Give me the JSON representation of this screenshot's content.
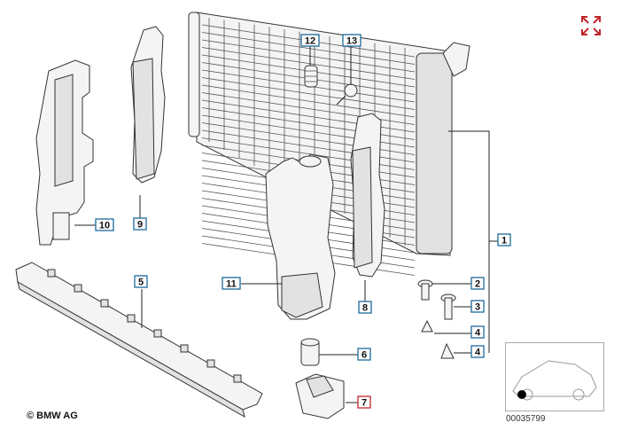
{
  "callouts": [
    {
      "id": "c1",
      "label": "1"
    },
    {
      "id": "c2",
      "label": "2"
    },
    {
      "id": "c3",
      "label": "3"
    },
    {
      "id": "c4a",
      "label": "4"
    },
    {
      "id": "c4b",
      "label": "4"
    },
    {
      "id": "c5",
      "label": "5"
    },
    {
      "id": "c6",
      "label": "6"
    },
    {
      "id": "c7",
      "label": "7"
    },
    {
      "id": "c8",
      "label": "8"
    },
    {
      "id": "c9",
      "label": "9"
    },
    {
      "id": "c10",
      "label": "10"
    },
    {
      "id": "c11",
      "label": "11"
    },
    {
      "id": "c12",
      "label": "12"
    },
    {
      "id": "c13",
      "label": "13"
    }
  ],
  "highlighted_callout": "7",
  "copyright": "© BMW AG",
  "diagram_number": "00035799",
  "icons": {
    "expand": "expand-icon"
  },
  "colors": {
    "callout_border": "#1d6a9a",
    "highlight_border": "#c0262c",
    "expand_icon": "#c0262c"
  }
}
